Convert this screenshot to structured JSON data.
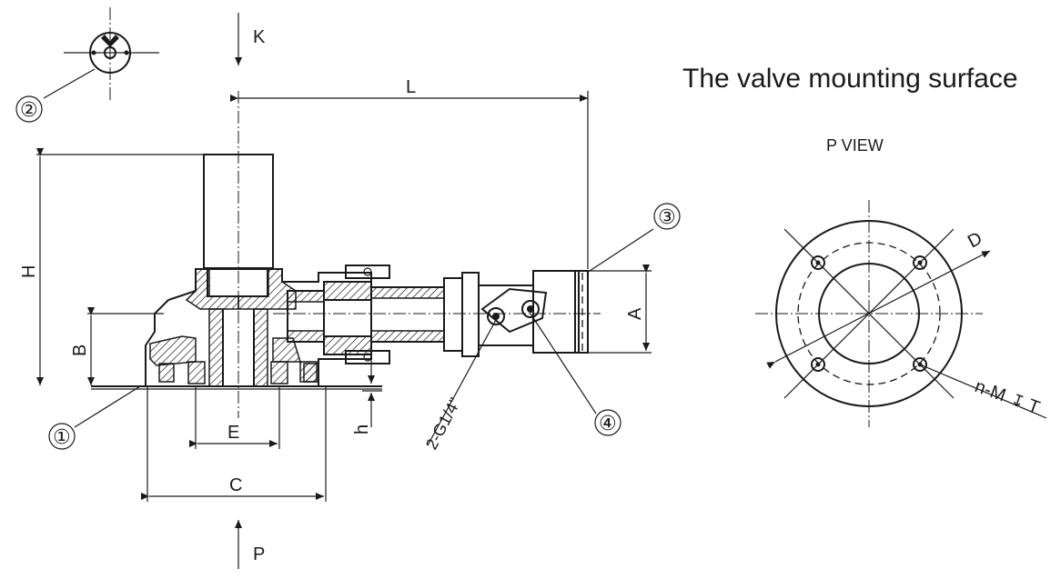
{
  "title": "The valve mounting surface",
  "view_label": "P  VIEW",
  "dimensions": {
    "K": "K",
    "L": "L",
    "H": "H",
    "B": "B",
    "A": "A",
    "E": "E",
    "C": "C",
    "h": "h",
    "P": "P",
    "D": "D"
  },
  "callouts": {
    "c1": "①",
    "c2": "②",
    "c3": "③",
    "c4": "④"
  },
  "port_note": "2-G1/4\"",
  "hole_note": "n-M",
  "hole_depth_symbol": "↧",
  "hole_depth": "T"
}
